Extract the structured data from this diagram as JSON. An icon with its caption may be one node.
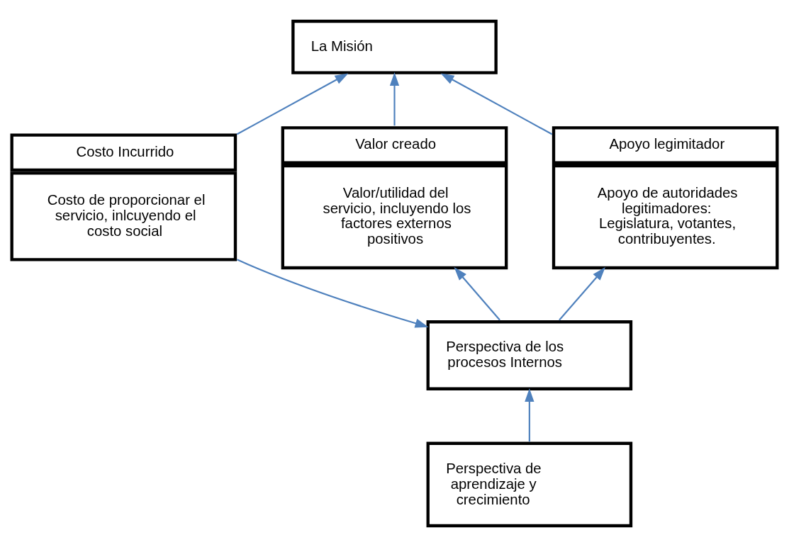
{
  "diagram": {
    "nodes": [
      {
        "text": [
          "La Misión"
        ]
      },
      {
        "text": [
          "Costo Incurrido",
          "Costo de proporcionar el servicio, inlcuyendo el costo social"
        ]
      },
      {
        "text": [
          "Valor creado",
          "Valor/utilidad del servicio, incluyendo los factores externos positivos"
        ]
      },
      {
        "text": [
          "Apoyo legimitador",
          "Apoyo de autoridades legitimadores: Legislatura, votantes, contribuyentes."
        ]
      },
      {
        "text": [
          "Perspectiva de los procesos Internos"
        ]
      },
      {
        "text": [
          "Perspectiva de aprendizaje y crecimiento"
        ]
      }
    ],
    "edges": [
      {
        "from": 1,
        "to": 0,
        "arrow": "to",
        "color": "#4f81bd"
      },
      {
        "from": 2,
        "to": 0,
        "arrow": "to",
        "color": "#4f81bd"
      },
      {
        "from": 3,
        "to": 0,
        "arrow": "to",
        "color": "#4f81bd"
      },
      {
        "from": 1,
        "to": 4,
        "arrow": "to",
        "color": "#4f81bd"
      },
      {
        "from": 4,
        "to": 2,
        "arrow": "to",
        "color": "#4f81bd"
      },
      {
        "from": 4,
        "to": 3,
        "arrow": "to",
        "color": "#4f81bd"
      },
      {
        "from": 5,
        "to": 4,
        "arrow": "to",
        "color": "#4f81bd"
      }
    ]
  }
}
